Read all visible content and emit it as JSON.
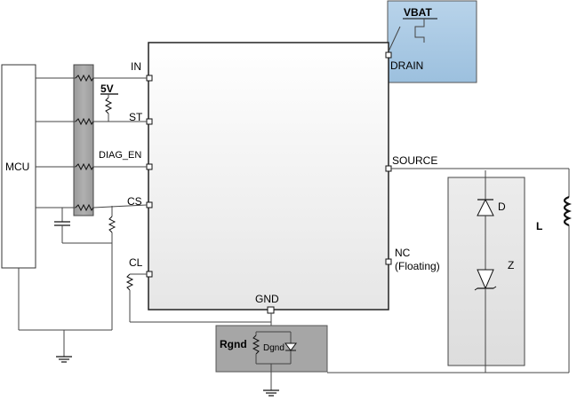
{
  "labels": {
    "mcu": "MCU",
    "vbat": "VBAT",
    "five_v": "5V",
    "pins": {
      "in": "IN",
      "st": "ST",
      "diag_en": "DIAG_EN",
      "cs": "CS",
      "cl": "CL",
      "gnd": "GND",
      "drain": "DRAIN",
      "source": "SOURCE",
      "nc": "NC",
      "nc_note": "(Floating)"
    },
    "rgnd": "Rgnd",
    "dgnd": "Dgnd",
    "diode_d": "D",
    "diode_z": "Z",
    "inductor": "L"
  },
  "colors": {
    "vbat_box": "#a9c8e3",
    "gnd_box": "#a6a6a6",
    "resistor_strip": "#a6a6a6",
    "wire": "#444444",
    "chip_top": "#ffffff",
    "chip_bottom": "#eaeaea",
    "load_box": "#e4e4e4"
  }
}
